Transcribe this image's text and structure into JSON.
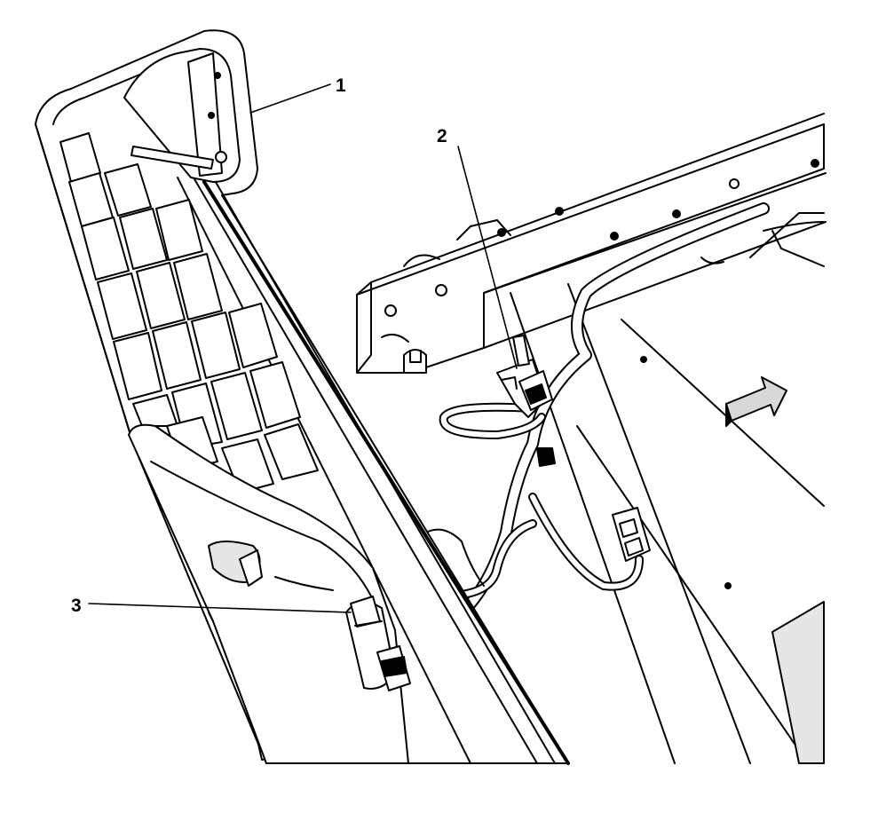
{
  "diagram": {
    "callouts": [
      {
        "id": "1",
        "label": "1"
      },
      {
        "id": "2",
        "label": "2"
      },
      {
        "id": "3",
        "label": "3"
      }
    ],
    "colors": {
      "line": "#000000",
      "fill": "#ffffff",
      "shade": "#e6e6e6",
      "arrow_fill": "#d8d8d8"
    }
  }
}
